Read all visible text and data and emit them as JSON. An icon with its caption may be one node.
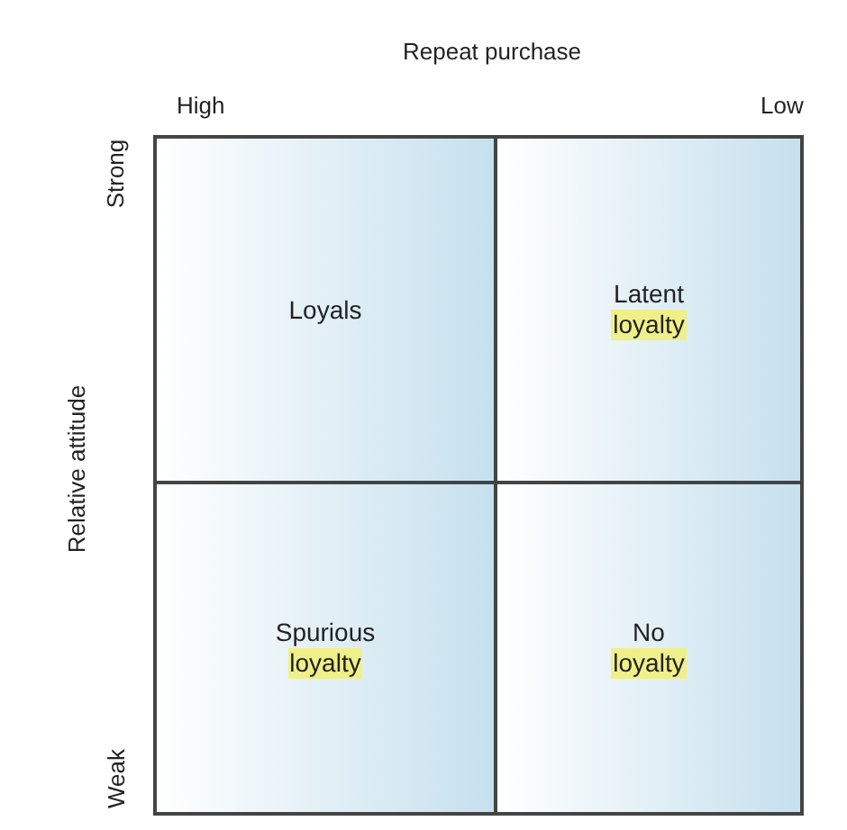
{
  "diagram": {
    "nodes": [
      {
        "text": [
          "Loyals"
        ]
      },
      {
        "text": [
          "Latent",
          "loyalty"
        ]
      },
      {
        "text": [
          "Spurious",
          "loyalty"
        ]
      },
      {
        "text": [
          "No",
          "loyalty"
        ]
      }
    ],
    "labels": [
      "Repeat purchase",
      "High",
      "Low",
      "Strong",
      "Relative attitude",
      "Weak"
    ]
  }
}
